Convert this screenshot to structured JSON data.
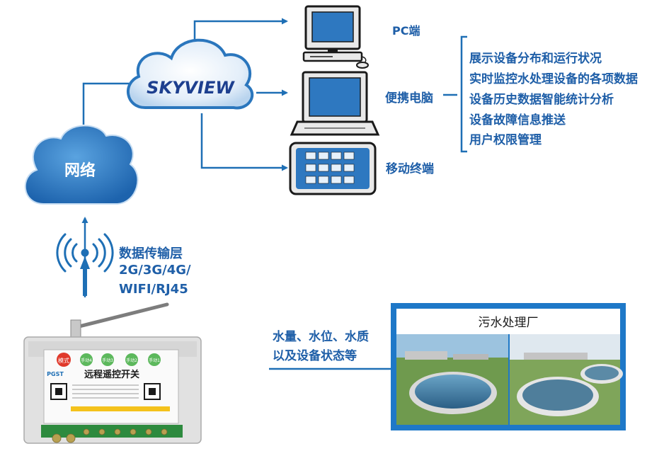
{
  "cloud_brand": "SKYVIEW",
  "network_label": "网络",
  "transmission": {
    "title": "数据传输层",
    "line1": "2G/3G/4G/",
    "line2": "WIFI/RJ45"
  },
  "terminals": {
    "pc": "PC端",
    "laptop": "便携电脑",
    "mobile": "移动终端"
  },
  "features": [
    "展示设备分布和运行状况",
    "实时监控水处理设备的各项数据",
    "设备历史数据智能统计分析",
    "设备故障信息推送",
    "用户权限管理"
  ],
  "device": {
    "name": "远程遥控开关",
    "brand": "PGST",
    "mode_btn": "模式",
    "buttons": [
      "手动4",
      "手动3",
      "手动2",
      "手动1"
    ]
  },
  "plant": {
    "title": "污水处理厂",
    "data_line1": "水量、水位、水质",
    "data_line2": "以及设备状态等"
  },
  "colors": {
    "blue": "#1e6fb5",
    "text_blue": "#1f5fa8",
    "cloud_light": "#d4e7f7",
    "cloud_dark": "#2a76bd",
    "screen_blue": "#2e78c0"
  }
}
